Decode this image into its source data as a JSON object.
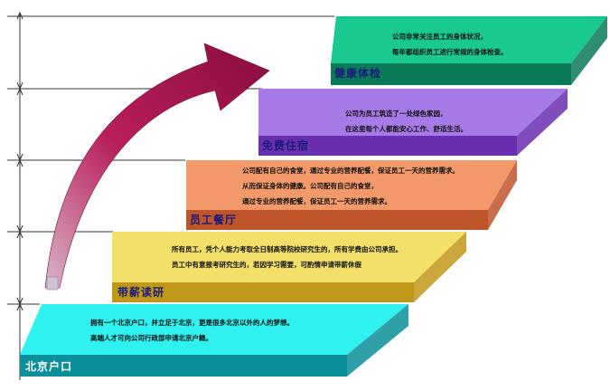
{
  "steps": [
    {
      "label": "北京户口",
      "label_color": "#ffffff",
      "top_color": "#2ef1f0",
      "front_color": "#0b8f99",
      "lines": [
        "拥有一个北京户口，并立足于北京，更是很多北京以外的人的梦想。",
        "高端人才可向公司行政部申请北京户籍。"
      ]
    },
    {
      "label": "带薪读研",
      "label_color": "#1a1a7a",
      "top_color": "#f2e06a",
      "front_color": "#c09818",
      "lines": [
        "所有员工，凭个人能力考取全日制高等院校研究生的，所有学费由公司承担。",
        "员工中有意报考研究生的，若因学习需要，可酌情申请带薪休假"
      ]
    },
    {
      "label": "员工餐厅",
      "label_color": "#1a1a7a",
      "top_color": "#f49a6a",
      "front_color": "#c0552a",
      "lines": [
        "公司配有自己的食堂，通过专业的营养配餐，保证员工一天的营养需求。",
        "从而保证身体的健康。公司配有自己的食堂，",
        "通过专业的营养配餐，保证员工一天的营养需求。"
      ]
    },
    {
      "label": "免费住宿",
      "label_color": "#1a1a7a",
      "top_color": "#a67be8",
      "front_color": "#6a2fb0",
      "lines": [
        "公司为员工筑造了一处绿色家园，",
        "在这里每个人都能安心工作、舒适生活。"
      ]
    },
    {
      "label": "健康体检",
      "label_color": "#1a1a7a",
      "top_color": "#19c98f",
      "front_color": "#0a7a58",
      "lines": [
        "公司非常关注员工的身体状况，",
        "每年都组织员工进行常规的身体检查。"
      ]
    }
  ]
}
